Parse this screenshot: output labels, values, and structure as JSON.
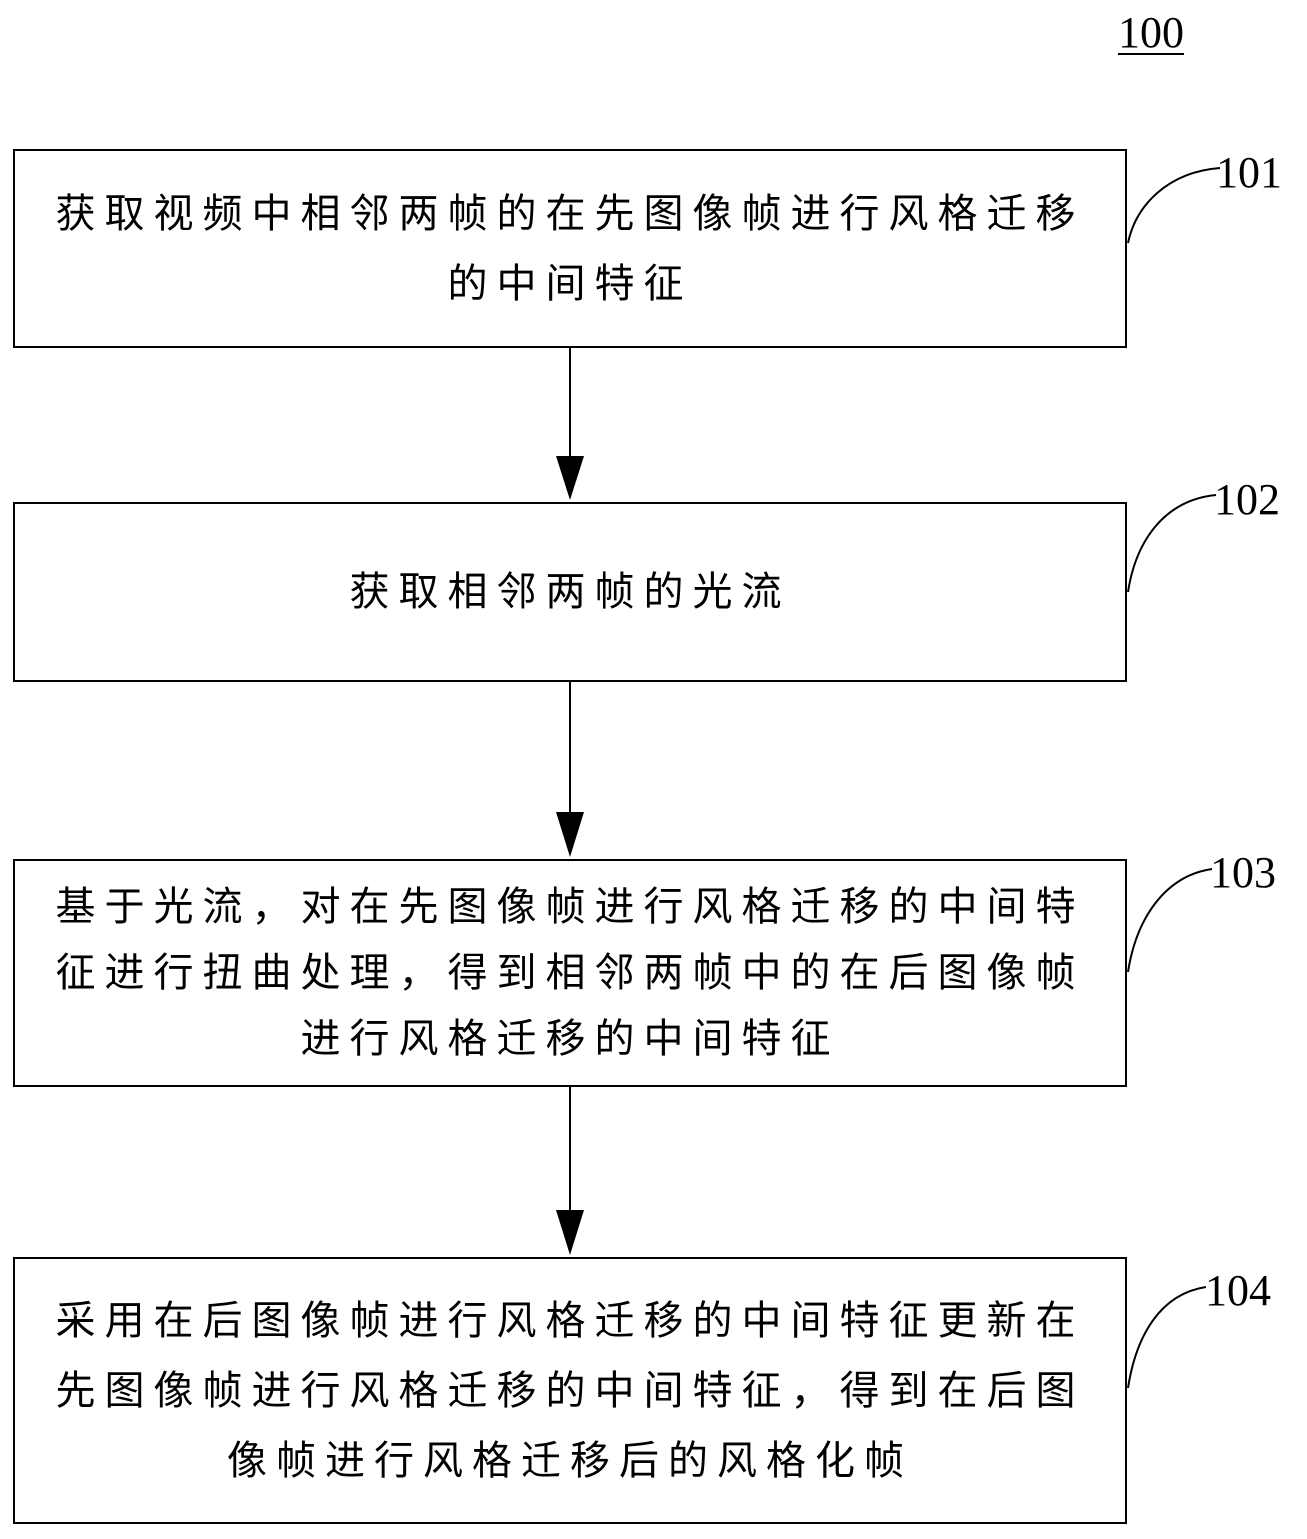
{
  "figure": {
    "label": "100"
  },
  "steps": [
    {
      "ref": "101",
      "text": "获取视频中相邻两帧的在先图像帧进行风格迁移的中间特征"
    },
    {
      "ref": "102",
      "text": "获取相邻两帧的光流"
    },
    {
      "ref": "103",
      "text": "基于光流，对在先图像帧进行风格迁移的中间特征进行扭曲处理，得到相邻两帧中的在后图像帧进行风格迁移的中间特征"
    },
    {
      "ref": "104",
      "text": "采用在后图像帧进行风格迁移的中间特征更新在先图像帧进行风格迁移的中间特征，得到在后图像帧进行风格迁移后的风格化帧"
    }
  ],
  "colors": {
    "line": "#000000",
    "background": "#ffffff"
  }
}
